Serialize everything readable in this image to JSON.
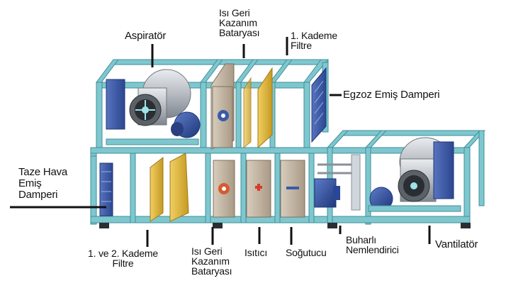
{
  "labels": {
    "aspirator": "Aspiratör",
    "heat_recovery_top": [
      "Isı Geri",
      "Kazanım",
      "Bataryası"
    ],
    "stage1_filter": [
      "1. Kademe",
      "Filtre"
    ],
    "exhaust_damper": "Egzoz Emiş Damperi",
    "fresh_air_damper": [
      "Taze Hava",
      "Emiş",
      "Damperi"
    ],
    "stage12_filter": [
      "1. ve 2. Kademe",
      "Filtre"
    ],
    "heat_recovery_bottom": [
      "Isı Geri",
      "Kazanım",
      "Bataryası"
    ],
    "heater": "Isıtıcı",
    "cooler": "Soğutucu",
    "steam_humidifier": [
      "Buharlı",
      "Nemlendirici"
    ],
    "fan": "Vantilatör"
  },
  "colors": {
    "frame": "#7fc7cf",
    "frame_edge": "#3f8f99",
    "damper": "#3b5aa8",
    "coil": "#c7b9a6",
    "filter": "#e2b73b",
    "fan_drum": "#b8bcc2",
    "leader": "#111111"
  }
}
